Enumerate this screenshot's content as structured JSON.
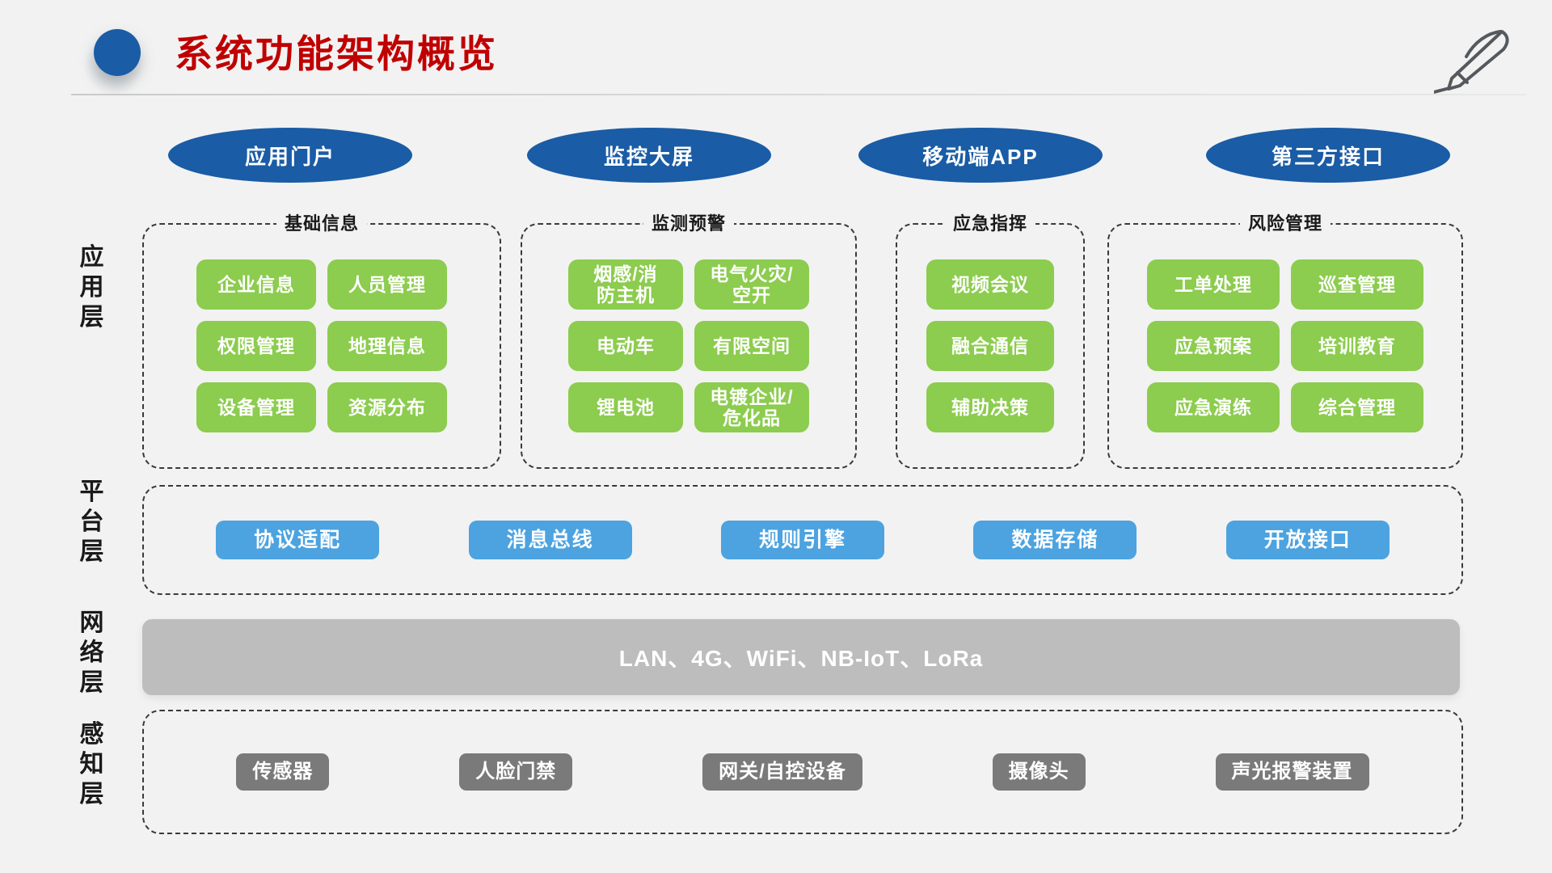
{
  "header": {
    "title": "系统功能架构概览",
    "dot_icon": "blue-circle-icon",
    "pen_icon": "pen-icon",
    "title_color": "#c00000",
    "accent_color": "#1a5ca5"
  },
  "layer_labels": [
    {
      "name": "application",
      "chars": [
        "应",
        "用",
        "层"
      ]
    },
    {
      "name": "platform",
      "chars": [
        "平",
        "台",
        "层"
      ]
    },
    {
      "name": "network",
      "chars": [
        "网",
        "络",
        "层"
      ]
    },
    {
      "name": "perception",
      "chars": [
        "感",
        "知",
        "层"
      ]
    }
  ],
  "entry_points": [
    {
      "label": "应用门户"
    },
    {
      "label": "监控大屏"
    },
    {
      "label": "移动端APP"
    },
    {
      "label": "第三方接口"
    }
  ],
  "application_layer": {
    "groups": [
      {
        "title": "基础信息",
        "items": [
          "企业信息",
          "人员管理",
          "权限管理",
          "地理信息",
          "设备管理",
          "资源分布"
        ]
      },
      {
        "title": "监测预警",
        "items": [
          "烟感/消\n防主机",
          "电气火灾/\n空开",
          "电动车",
          "有限空间",
          "锂电池",
          "电镀企业/\n危化品"
        ]
      },
      {
        "title": "应急指挥",
        "items": [
          "视频会议",
          "融合通信",
          "辅助决策"
        ]
      },
      {
        "title": "风险管理",
        "items": [
          "工单处理",
          "巡查管理",
          "应急预案",
          "培训教育",
          "应急演练",
          "综合管理"
        ]
      }
    ]
  },
  "platform_layer": {
    "items": [
      "协议适配",
      "消息总线",
      "规则引擎",
      "数据存储",
      "开放接口"
    ]
  },
  "network_layer": {
    "text": "LAN、4G、WiFi、NB-IoT、LoRa"
  },
  "perception_layer": {
    "items": [
      "传感器",
      "人脸门禁",
      "网关/自控设备",
      "摄像头",
      "声光报警装置"
    ]
  },
  "colors": {
    "background": "#f2f2f2",
    "ellipse_blue": "#1a5ca5",
    "app_green": "#8ccc4e",
    "platform_blue": "#4ca3e0",
    "network_gray": "#bdbdbd",
    "perception_gray": "#7a7a7a"
  }
}
